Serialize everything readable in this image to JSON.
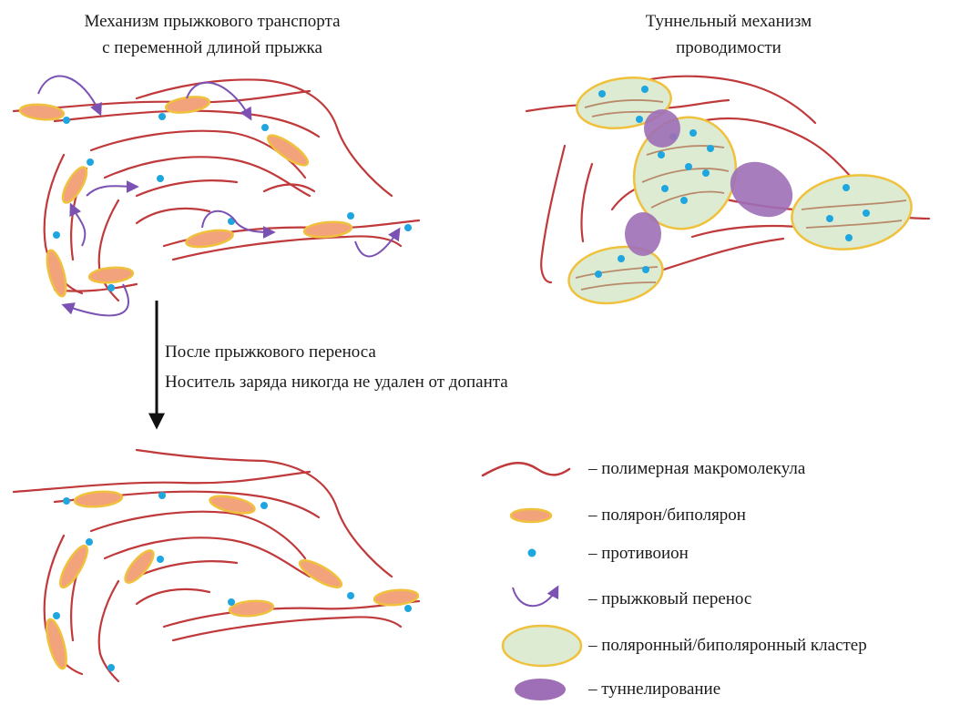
{
  "titles": {
    "left_line1": "Механизм прыжкового транспорта",
    "left_line2": "с переменной длиной прыжка",
    "right_line1": "Туннельный механизм",
    "right_line2": "проводимости"
  },
  "arrow_caption": {
    "line1": "После прыжкового переноса",
    "line2": "Носитель заряда никогда не удален от допанта"
  },
  "legend": {
    "items": [
      {
        "symbol": "polymer-chain",
        "label": "– полимерная макромолекула"
      },
      {
        "symbol": "polaron",
        "label": "– полярон/биполярон"
      },
      {
        "symbol": "counterion",
        "label": "– противоион"
      },
      {
        "symbol": "hopping-arrow",
        "label": "– прыжковый перенос"
      },
      {
        "symbol": "polaron-cluster",
        "label": "– поляронный/биполяронный кластер"
      },
      {
        "symbol": "tunneling",
        "label": "– туннелирование"
      }
    ]
  },
  "colors": {
    "chain": "#c0393b",
    "polaron_fill": "#f2a37c",
    "polaron_stroke": "#f0c13c",
    "counterion": "#1ea6e0",
    "hop_arrow": "#7b52b3",
    "cluster_fill": "#dcebd1",
    "cluster_stroke": "#f0c13c",
    "tunnel_fill": "#9e6fb7",
    "inner_chain": "#b88a6b"
  }
}
